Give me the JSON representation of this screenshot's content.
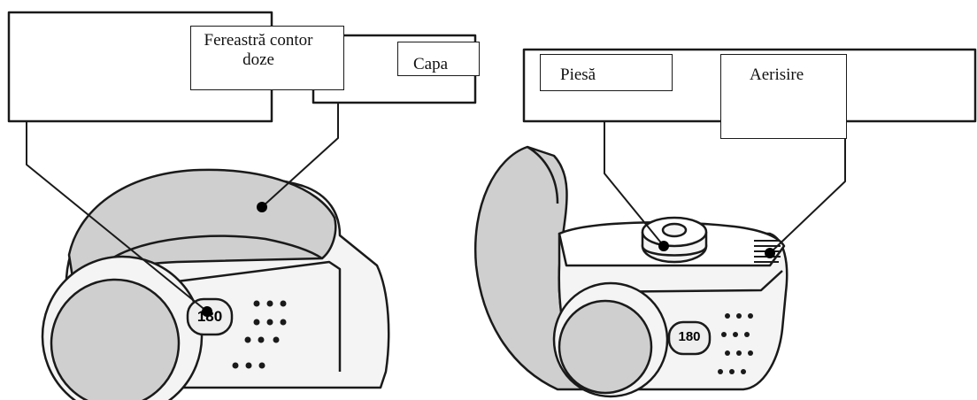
{
  "labels": {
    "dose_counter_window": "Fereastră contor doze",
    "cap": "Capa",
    "mouthpiece": "Piesă",
    "vent": "Aerisire"
  },
  "counter_readouts": {
    "closed_view": "180",
    "open_view": "180"
  },
  "colors": {
    "outline": "#1a1a1a",
    "device_shell": "#f4f4f4",
    "cap_shading": "#cfcfcf",
    "window_fill": "#eeeeee"
  }
}
